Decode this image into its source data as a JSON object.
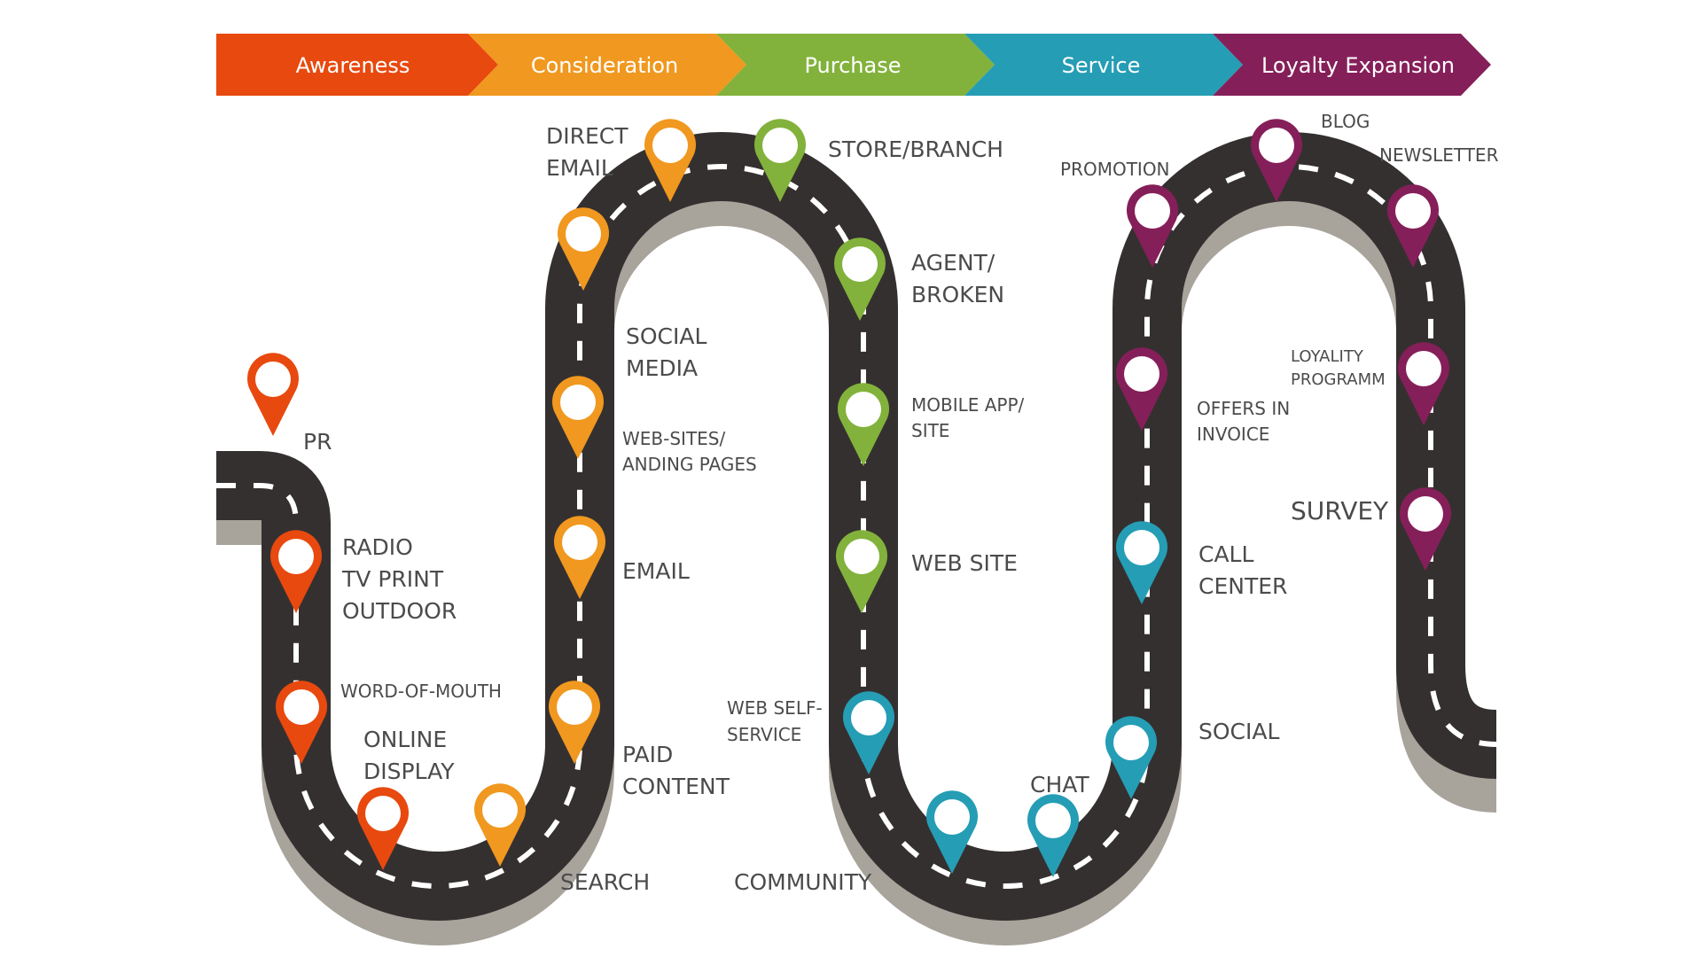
{
  "colors": {
    "awareness": "#E8490F",
    "consideration": "#F0981F",
    "purchase": "#82B23B",
    "service": "#259DB5",
    "loyalty": "#851F59",
    "road": "#353030",
    "road_shadow": "#A8A39B",
    "dash": "#ffffff",
    "label": "#4b4b4b"
  },
  "stages": [
    {
      "key": "awareness",
      "label": "Awareness"
    },
    {
      "key": "consideration",
      "label": "Consideration"
    },
    {
      "key": "purchase",
      "label": "Purchase"
    },
    {
      "key": "service",
      "label": "Service"
    },
    {
      "key": "loyalty",
      "label": "Loyalty Expansion"
    }
  ],
  "touchpoints": {
    "pr": [
      "PR"
    ],
    "radio": [
      "RADIO",
      "TV PRINT",
      "OUTDOOR"
    ],
    "word_of_mouth": [
      "WORD-OF-MOUTH"
    ],
    "online_display": [
      "ONLINE",
      "DISPLAY"
    ],
    "search": [
      "SEARCH"
    ],
    "paid_content": [
      "PAID",
      "CONTENT"
    ],
    "email": [
      "EMAIL"
    ],
    "web_sites": [
      "WEB-SITES/",
      "ANDING PAGES"
    ],
    "social_media": [
      "SOCIAL",
      "MEDIA"
    ],
    "direct_email": [
      "DIRECT",
      "EMAIL"
    ],
    "store_branch": [
      "STORE/BRANCH"
    ],
    "agent": [
      "AGENT/",
      "BROKEN"
    ],
    "mobile_app": [
      "MOBILE APP/",
      "SITE"
    ],
    "web_site": [
      "WEB SITE"
    ],
    "web_self_service": [
      "WEB SELF-",
      "SERVICE"
    ],
    "community": [
      "COMMUNITY"
    ],
    "chat": [
      "CHAT"
    ],
    "social": [
      "SOCIAL"
    ],
    "call_center": [
      "CALL",
      "CENTER"
    ],
    "offers_invoice": [
      "OFFERS IN",
      "INVOICE"
    ],
    "promotion": [
      "PROMOTION"
    ],
    "blog": [
      "BLOG"
    ],
    "newsletter": [
      "NEWSLETTER"
    ],
    "loyalty_program": [
      "LOYALITY",
      "PROGRAMM"
    ],
    "survey": [
      "SURVEY"
    ]
  }
}
